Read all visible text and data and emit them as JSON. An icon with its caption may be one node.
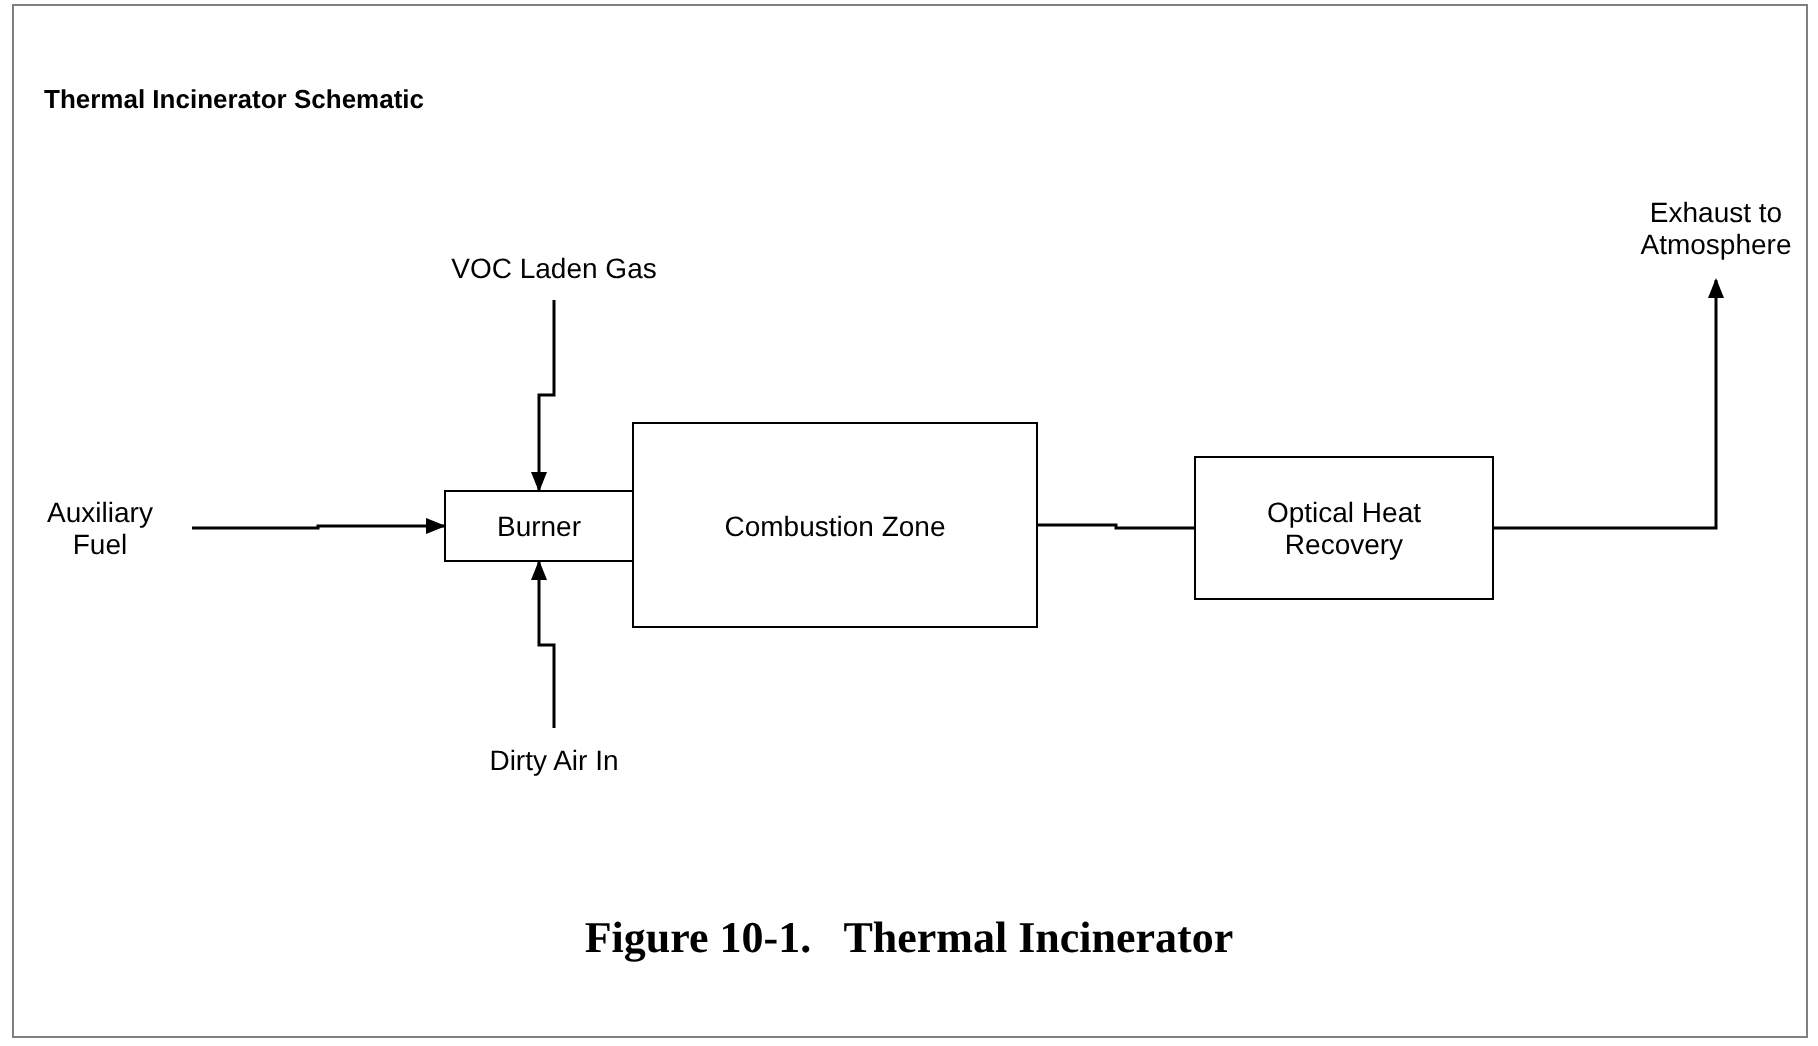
{
  "diagram": {
    "title": "Thermal Incinerator Schematic",
    "caption": "Figure 10-1.   Thermal Incinerator",
    "nodes": [
      {
        "text": [
          "VOC Laden Gas"
        ]
      },
      {
        "text": [
          "Auxiliary Fuel"
        ]
      },
      {
        "text": [
          "Burner"
        ]
      },
      {
        "text": [
          "Combustion Zone"
        ]
      },
      {
        "text": [
          "Optical Heat Recovery"
        ]
      },
      {
        "text": [
          "Exhaust to Atmosphere"
        ]
      },
      {
        "text": [
          "Dirty Air In"
        ]
      }
    ],
    "edges": [
      {
        "from": 0,
        "to": 2,
        "arrow": "to"
      },
      {
        "from": 1,
        "to": 2,
        "arrow": "to"
      },
      {
        "from": 6,
        "to": 2,
        "arrow": "to"
      },
      {
        "from": 3,
        "to": 4,
        "arrow": "none"
      },
      {
        "from": 4,
        "to": 5,
        "arrow": "to"
      }
    ]
  }
}
